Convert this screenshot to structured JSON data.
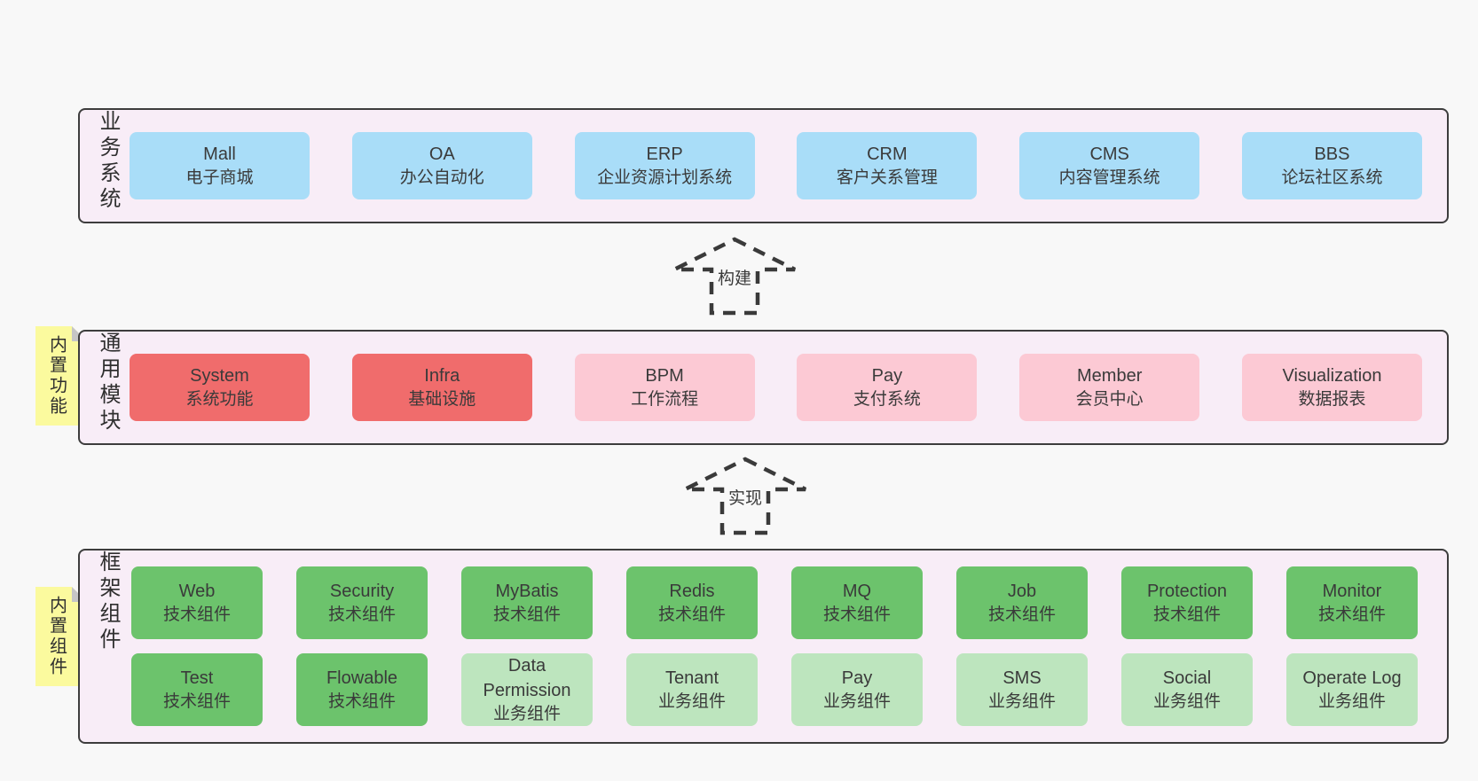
{
  "colors": {
    "page_bg": "#f8f8f8",
    "band_bg": "#f8edf7",
    "band_border": "#3d3d3d",
    "box_blue": "#a9ddf8",
    "box_red": "#f06c6c",
    "box_pink": "#fcc9d4",
    "box_green_dark": "#6cc36c",
    "box_green_light": "#bde5be",
    "sticky_yellow": "#fbfa9e",
    "text": "#3a3a3a"
  },
  "arrows": [
    {
      "label": "构建"
    },
    {
      "label": "实现"
    }
  ],
  "sections": [
    {
      "id": "business",
      "vertical_label": "业务系统",
      "boxes": [
        {
          "name": "Mall",
          "subtitle": "电子商城",
          "variant": "blue"
        },
        {
          "name": "OA",
          "subtitle": "办公自动化",
          "variant": "blue"
        },
        {
          "name": "ERP",
          "subtitle": "企业资源计划系统",
          "variant": "blue"
        },
        {
          "name": "CRM",
          "subtitle": "客户关系管理",
          "variant": "blue"
        },
        {
          "name": "CMS",
          "subtitle": "内容管理系统",
          "variant": "blue"
        },
        {
          "name": "BBS",
          "subtitle": "论坛社区系统",
          "variant": "blue"
        }
      ]
    },
    {
      "id": "common",
      "side_label": "内置功能",
      "vertical_label": "通用模块",
      "boxes": [
        {
          "name": "System",
          "subtitle": "系统功能",
          "variant": "red"
        },
        {
          "name": "Infra",
          "subtitle": "基础设施",
          "variant": "red"
        },
        {
          "name": "BPM",
          "subtitle": "工作流程",
          "variant": "pink"
        },
        {
          "name": "Pay",
          "subtitle": "支付系统",
          "variant": "pink"
        },
        {
          "name": "Member",
          "subtitle": "会员中心",
          "variant": "pink"
        },
        {
          "name": "Visualization",
          "subtitle": "数据报表",
          "variant": "pink"
        }
      ]
    },
    {
      "id": "framework",
      "side_label": "内置组件",
      "vertical_label": "框架组件",
      "rows": [
        [
          {
            "name": "Web",
            "subtitle": "技术组件",
            "variant": "green-dark"
          },
          {
            "name": "Security",
            "subtitle": "技术组件",
            "variant": "green-dark"
          },
          {
            "name": "MyBatis",
            "subtitle": "技术组件",
            "variant": "green-dark"
          },
          {
            "name": "Redis",
            "subtitle": "技术组件",
            "variant": "green-dark"
          },
          {
            "name": "MQ",
            "subtitle": "技术组件",
            "variant": "green-dark"
          },
          {
            "name": "Job",
            "subtitle": "技术组件",
            "variant": "green-dark"
          },
          {
            "name": "Protection",
            "subtitle": "技术组件",
            "variant": "green-dark"
          },
          {
            "name": "Monitor",
            "subtitle": "技术组件",
            "variant": "green-dark"
          }
        ],
        [
          {
            "name": "Test",
            "subtitle": "技术组件",
            "variant": "green-dark"
          },
          {
            "name": "Flowable",
            "subtitle": "技术组件",
            "variant": "green-dark"
          },
          {
            "name": "Data Permission",
            "subtitle": "业务组件",
            "variant": "green-light"
          },
          {
            "name": "Tenant",
            "subtitle": "业务组件",
            "variant": "green-light"
          },
          {
            "name": "Pay",
            "subtitle": "业务组件",
            "variant": "green-light"
          },
          {
            "name": "SMS",
            "subtitle": "业务组件",
            "variant": "green-light"
          },
          {
            "name": "Social",
            "subtitle": "业务组件",
            "variant": "green-light"
          },
          {
            "name": "Operate Log",
            "subtitle": "业务组件",
            "variant": "green-light"
          }
        ]
      ]
    }
  ]
}
